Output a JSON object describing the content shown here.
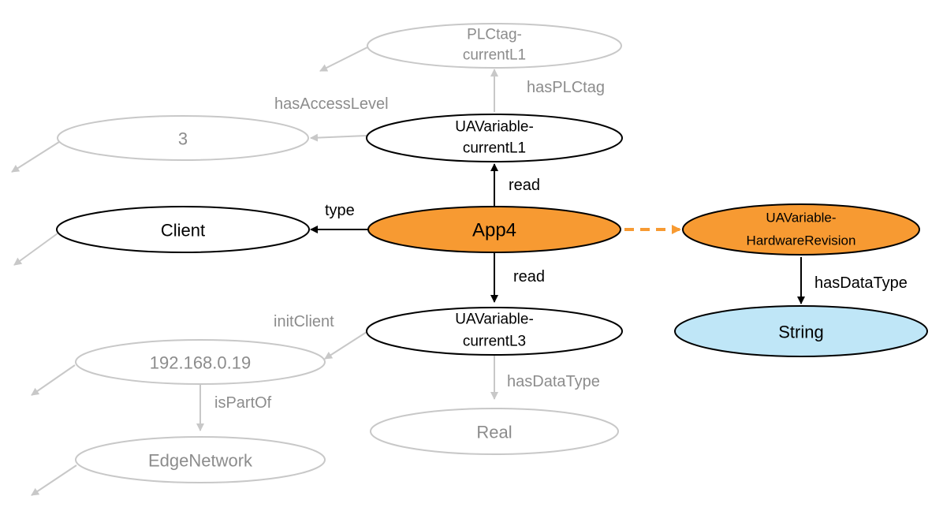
{
  "colors": {
    "active_stroke": "#000000",
    "faded_stroke": "#c8c8c8",
    "faded_text": "#8c8c8c",
    "active_text": "#000000",
    "highlight_fill": "#f79a32",
    "literal_fill": "#bfe6f7",
    "dashed_edge": "#f79a32"
  },
  "nodes": {
    "plctag": {
      "line1": "PLCtag-",
      "line2": "currentL1"
    },
    "access_value": {
      "label": "3"
    },
    "uavar_l1": {
      "line1": "UAVariable-",
      "line2": "currentL1"
    },
    "client": {
      "label": "Client"
    },
    "app4": {
      "label": "App4"
    },
    "uavar_hw": {
      "line1": "UAVariable-",
      "line2": "HardwareRevision"
    },
    "uavar_l3": {
      "line1": "UAVariable-",
      "line2": "currentL3"
    },
    "string": {
      "label": "String"
    },
    "ip": {
      "label": "192.168.0.19"
    },
    "real": {
      "label": "Real"
    },
    "edgenet": {
      "label": "EdgeNetwork"
    }
  },
  "edges": {
    "has_plctag": "hasPLCtag",
    "has_access_level": "hasAccessLevel",
    "read_l1": "read",
    "type": "type",
    "read_l3": "read",
    "has_datatype_hw": "hasDataType",
    "init_client": "initClient",
    "has_datatype_l3": "hasDataType",
    "is_part_of": "isPartOf"
  }
}
